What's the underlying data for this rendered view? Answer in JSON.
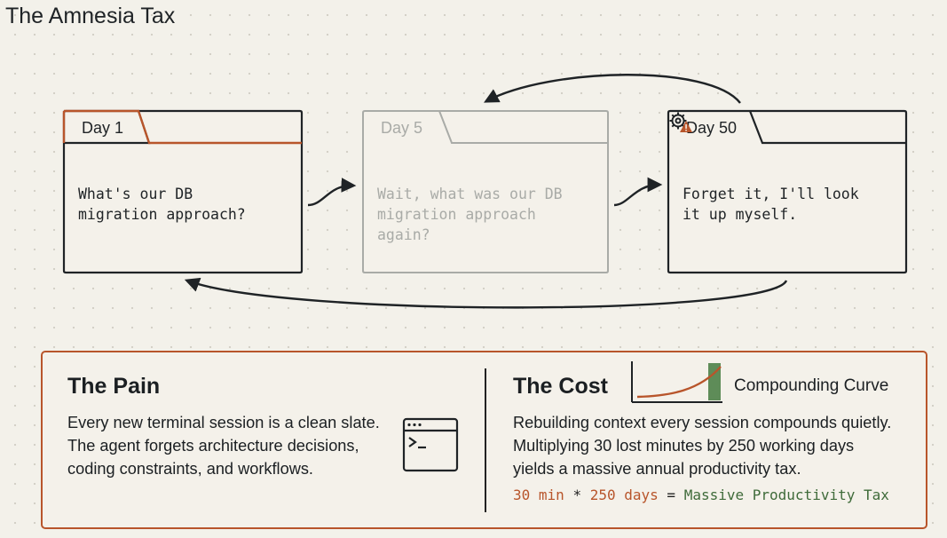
{
  "title": "The Amnesia Tax",
  "cards": [
    {
      "tab": "Day 1",
      "text": "What's our DB\nmigration approach?"
    },
    {
      "tab": "Day 5",
      "text": "Wait, what was our DB\nmigration approach\nagain?"
    },
    {
      "tab": "Day 50",
      "text": "Forget it, I'll look\nit up myself."
    }
  ],
  "pain": {
    "heading": "The Pain",
    "body": "Every new terminal session is a clean slate.\nThe agent forgets architecture decisions,\ncoding constraints, and workflows."
  },
  "cost": {
    "heading": "The Cost",
    "curve_label": "Compounding Curve",
    "body": "Rebuilding context every session compounds quietly.\nMultiplying 30 lost minutes by 250 working days\nyields a massive annual productivity tax.",
    "formula": {
      "minutes": "30 min",
      "times": "*",
      "days": "250 days",
      "equals": "=",
      "result": "Massive Productivity Tax"
    }
  },
  "colors": {
    "accent": "#b8552b",
    "stroke": "#1f2326",
    "faded": "#a9aba7",
    "green": "#3f6b3a"
  },
  "icons": [
    "gear-warning-icon",
    "terminal-icon",
    "compounding-curve-icon"
  ]
}
